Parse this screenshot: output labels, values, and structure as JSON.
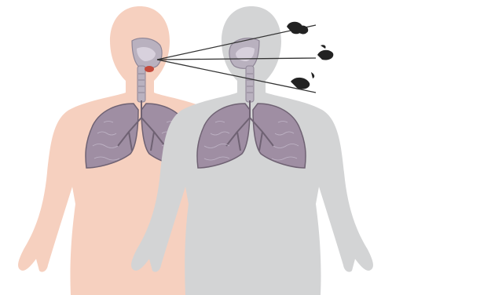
{
  "colors": {
    "background": "#ffffff",
    "person_left": "#f6d0bf",
    "person_right": "#d3d4d5",
    "airway": "#b9b1bf",
    "airway_dark": "#8e8596",
    "lung_fill": "#9f8ea3",
    "lung_edge": "#6f6273",
    "lung_texture": "#c9bfd0",
    "mouth": "#c44a3c",
    "spray_line": "#333333",
    "particle": "#222222"
  },
  "figures": [
    {
      "id": "infected",
      "description_icon": "person-silhouette"
    },
    {
      "id": "exposed",
      "description_icon": "person-silhouette"
    }
  ],
  "spray": {
    "icon": "droplet-particle",
    "count": 3
  }
}
